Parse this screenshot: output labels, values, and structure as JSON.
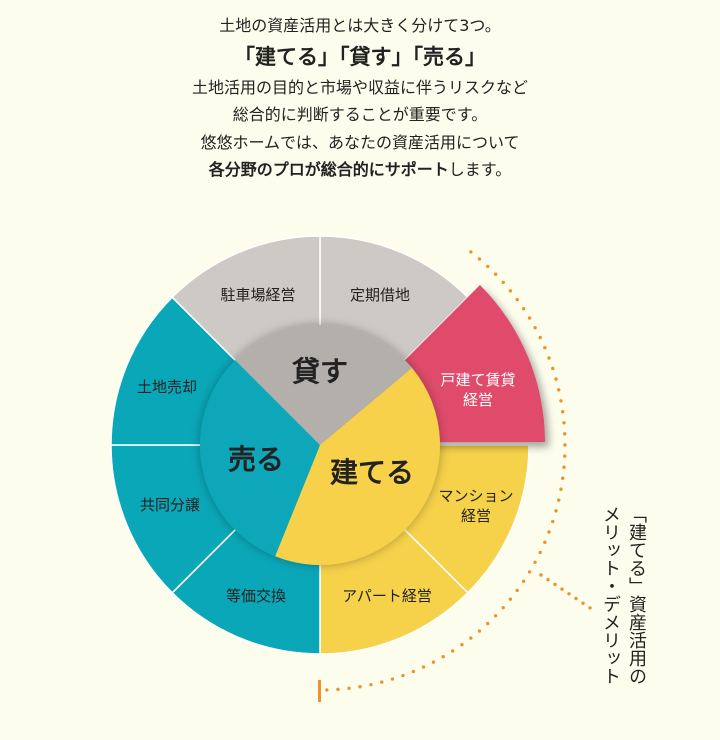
{
  "intro": {
    "line1": "土地の資産活用とは大きく分けて3つ。",
    "line2": "「建てる」「貸す」「売る」",
    "line3": "土地活用の目的と市場や収益に伴うリスクなど",
    "line4": "総合的に判断することが重要です。",
    "line5": "悠悠ホームでは、あなたの資産活用について",
    "line6_bold": "各分野のプロが総合的にサポート",
    "line6_rest": "します。"
  },
  "core": {
    "lend": "貸す",
    "build": "建てる",
    "sell": "売る"
  },
  "ring": {
    "parking": "駐車場経営",
    "fixed_lease": "定期借地",
    "house_rental_1": "戸建て賃貸",
    "house_rental_2": "経営",
    "mansion_1": "マンション",
    "mansion_2": "経営",
    "apartment": "アパート経営",
    "exchange": "等価交換",
    "joint_sale": "共同分譲",
    "land_sale": "土地売却"
  },
  "callout": {
    "line1": "「建てる」資産活用の",
    "line2": "メリット・デメリット"
  },
  "colors": {
    "gray_outer": "#cdc9c5",
    "gray_inner": "#b3afab",
    "teal": "#0aa7b9",
    "yellow": "#f6d14a",
    "pink": "#e04c6c",
    "dots": "#f0922a",
    "bg": "#fdfdee"
  }
}
